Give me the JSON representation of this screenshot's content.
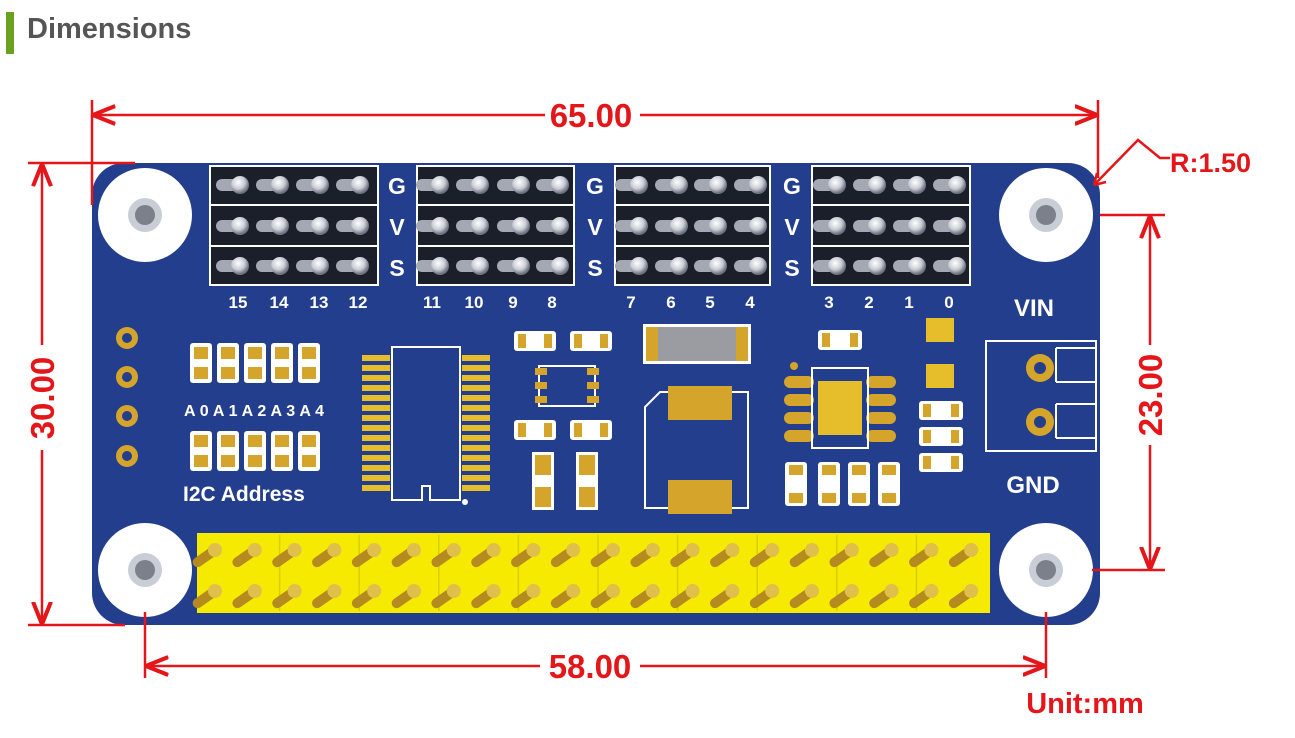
{
  "header": {
    "title": "Dimensions",
    "accent_color": "#6aa220"
  },
  "colors": {
    "pcb": "#233e8c",
    "dimension": "#e5161a",
    "pin_header": "#f5ea00",
    "pad": "#c9a227",
    "silkscreen": "#ffffff"
  },
  "dimensions": {
    "overall_width": "65.00",
    "overall_height": "30.00",
    "corner_radius": "R:1.50",
    "hole_spacing_horizontal": "58.00",
    "hole_spacing_vertical": "23.00",
    "unit": "Unit:mm"
  },
  "board": {
    "gvs_labels": [
      "G",
      "V",
      "S"
    ],
    "channel_labels": [
      "15",
      "14",
      "13",
      "12",
      "11",
      "10",
      "9",
      "8",
      "7",
      "6",
      "5",
      "4",
      "3",
      "2",
      "1",
      "0"
    ],
    "address_pins": "A0A1A2A3A4",
    "address_title": "I2C Address",
    "vin_label": "VIN",
    "gnd_label": "GND"
  }
}
